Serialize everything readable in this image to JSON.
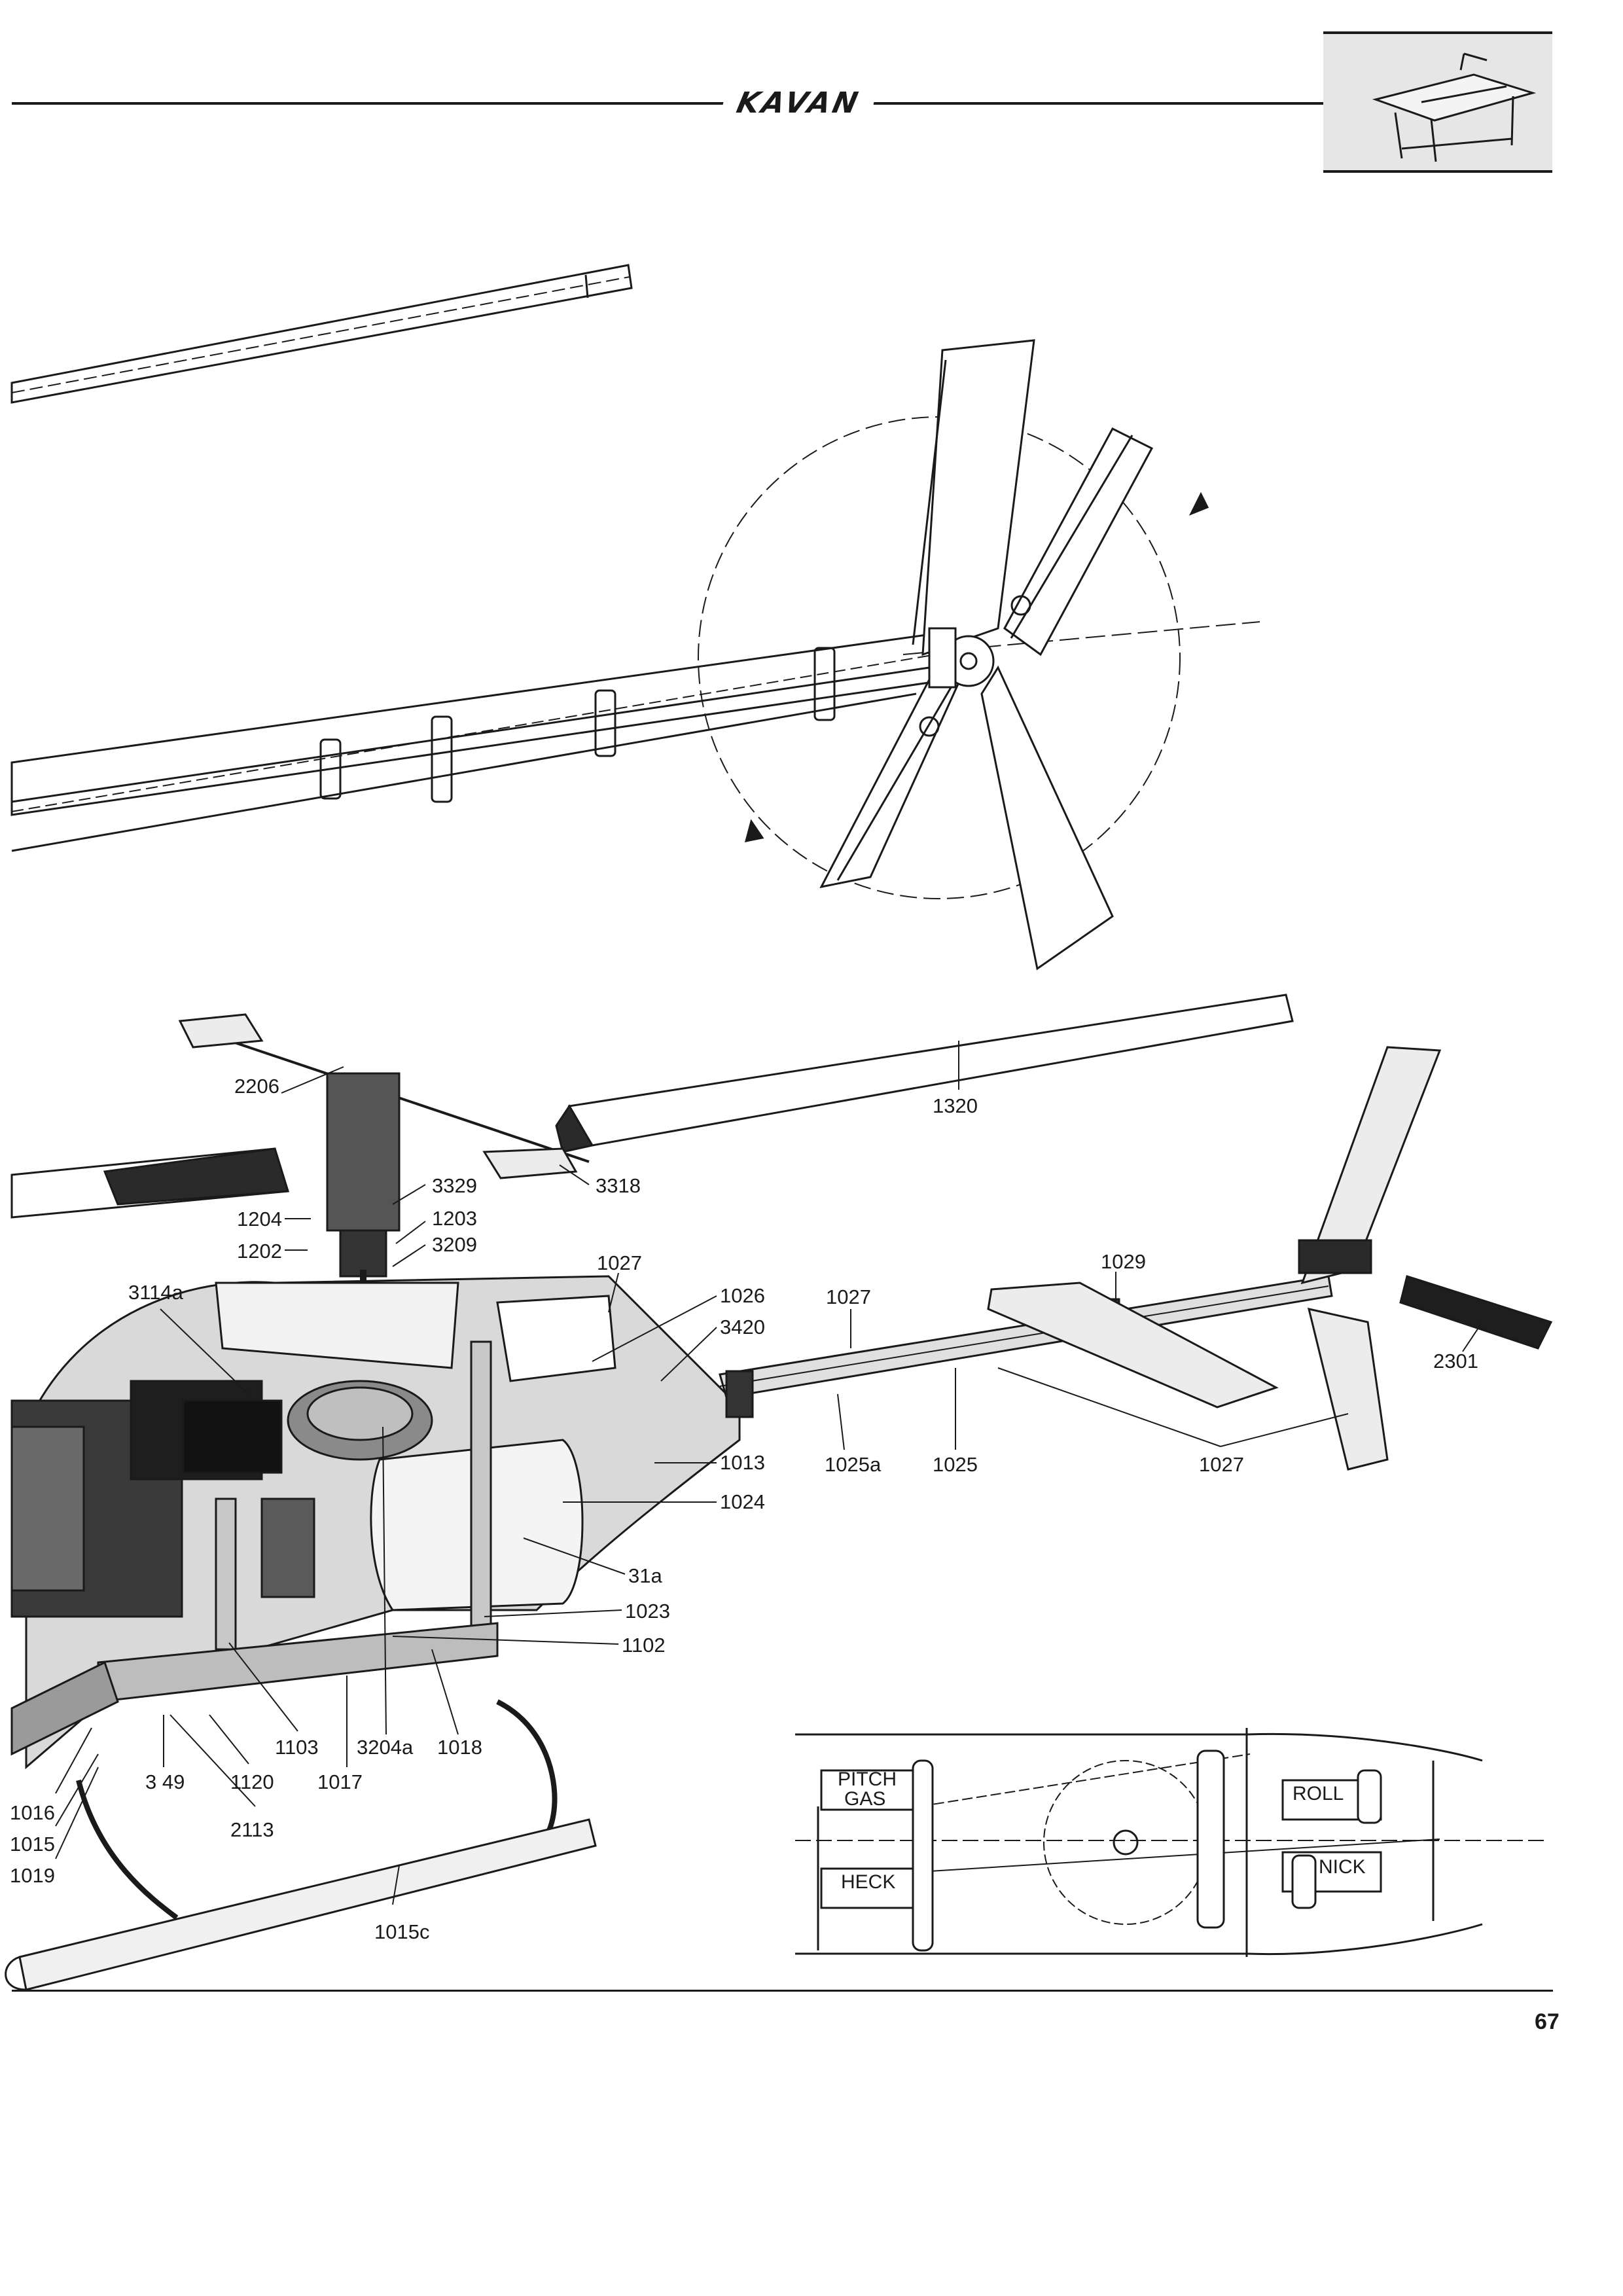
{
  "header": {
    "brand": "KAVAN"
  },
  "callouts": {
    "c1320": "1320",
    "c2206": "2206",
    "c3318": "3318",
    "c3329": "3329",
    "c1204": "1204",
    "c1203": "1203",
    "c1202": "1202",
    "c3209": "3209",
    "c1027a": "1027",
    "c1029": "1029",
    "c3114a": "3114a",
    "c1026": "1026",
    "c1027b": "1027",
    "c3420": "3420",
    "c2301": "2301",
    "c1013": "1013",
    "c1025a": "1025a",
    "c1025": "1025",
    "c1027c": "1027",
    "c1024": "1024",
    "c31a": "31a",
    "c1023": "1023",
    "c1102": "1102",
    "c1103": "1103",
    "c3204a": "3204a",
    "c1018": "1018",
    "c3149": "3 49",
    "c1120": "1120",
    "c1017": "1017",
    "c1016": "1016",
    "c1015": "1015",
    "c1019": "1019",
    "c2113": "2113",
    "c1015c": "1015c"
  },
  "servo_diagram": {
    "pitch_gas": [
      "PITCH",
      "GAS"
    ],
    "roll": "ROLL",
    "heck": "HECK",
    "nick": "NICK"
  },
  "footer": {
    "page_number": "67"
  }
}
